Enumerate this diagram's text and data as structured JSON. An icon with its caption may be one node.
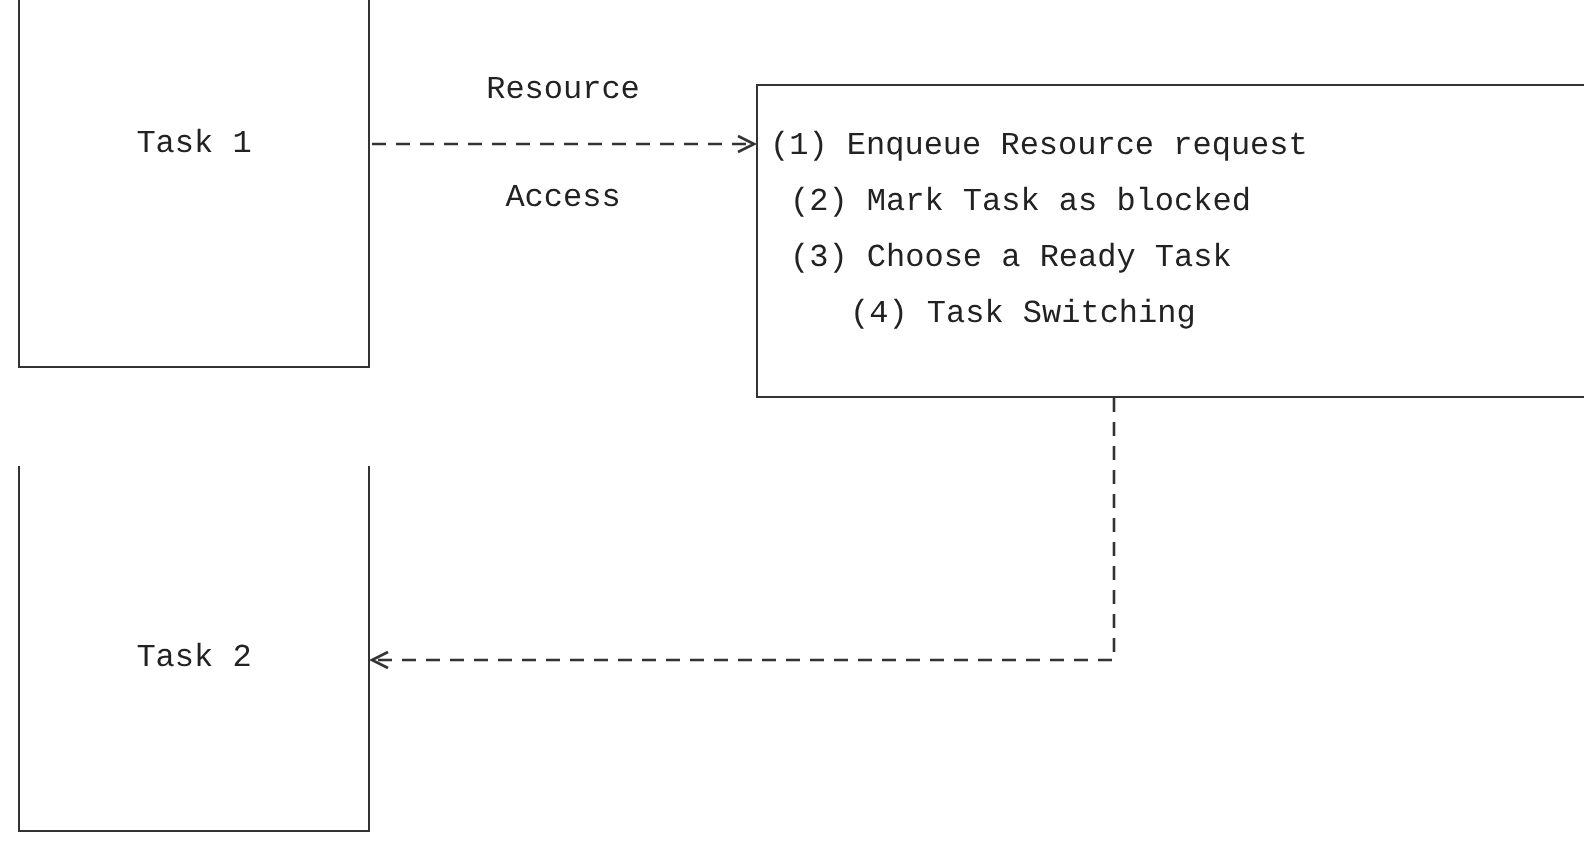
{
  "diagram": {
    "nodes": [
      {
        "text": [
          "Task 1"
        ]
      },
      {
        "text": [
          "(1) Enqueue Resource request",
          "(2) Mark Task as blocked",
          "(3) Choose a Ready Task",
          "(4) Task Switching"
        ]
      },
      {
        "text": [
          "Task 2"
        ]
      }
    ],
    "edges": [
      {
        "from": 0,
        "to": 1,
        "arrow": "to",
        "label": "Resource Access",
        "style": "dashed"
      },
      {
        "from": 1,
        "to": 2,
        "arrow": "to",
        "style": "dashed"
      }
    ]
  }
}
